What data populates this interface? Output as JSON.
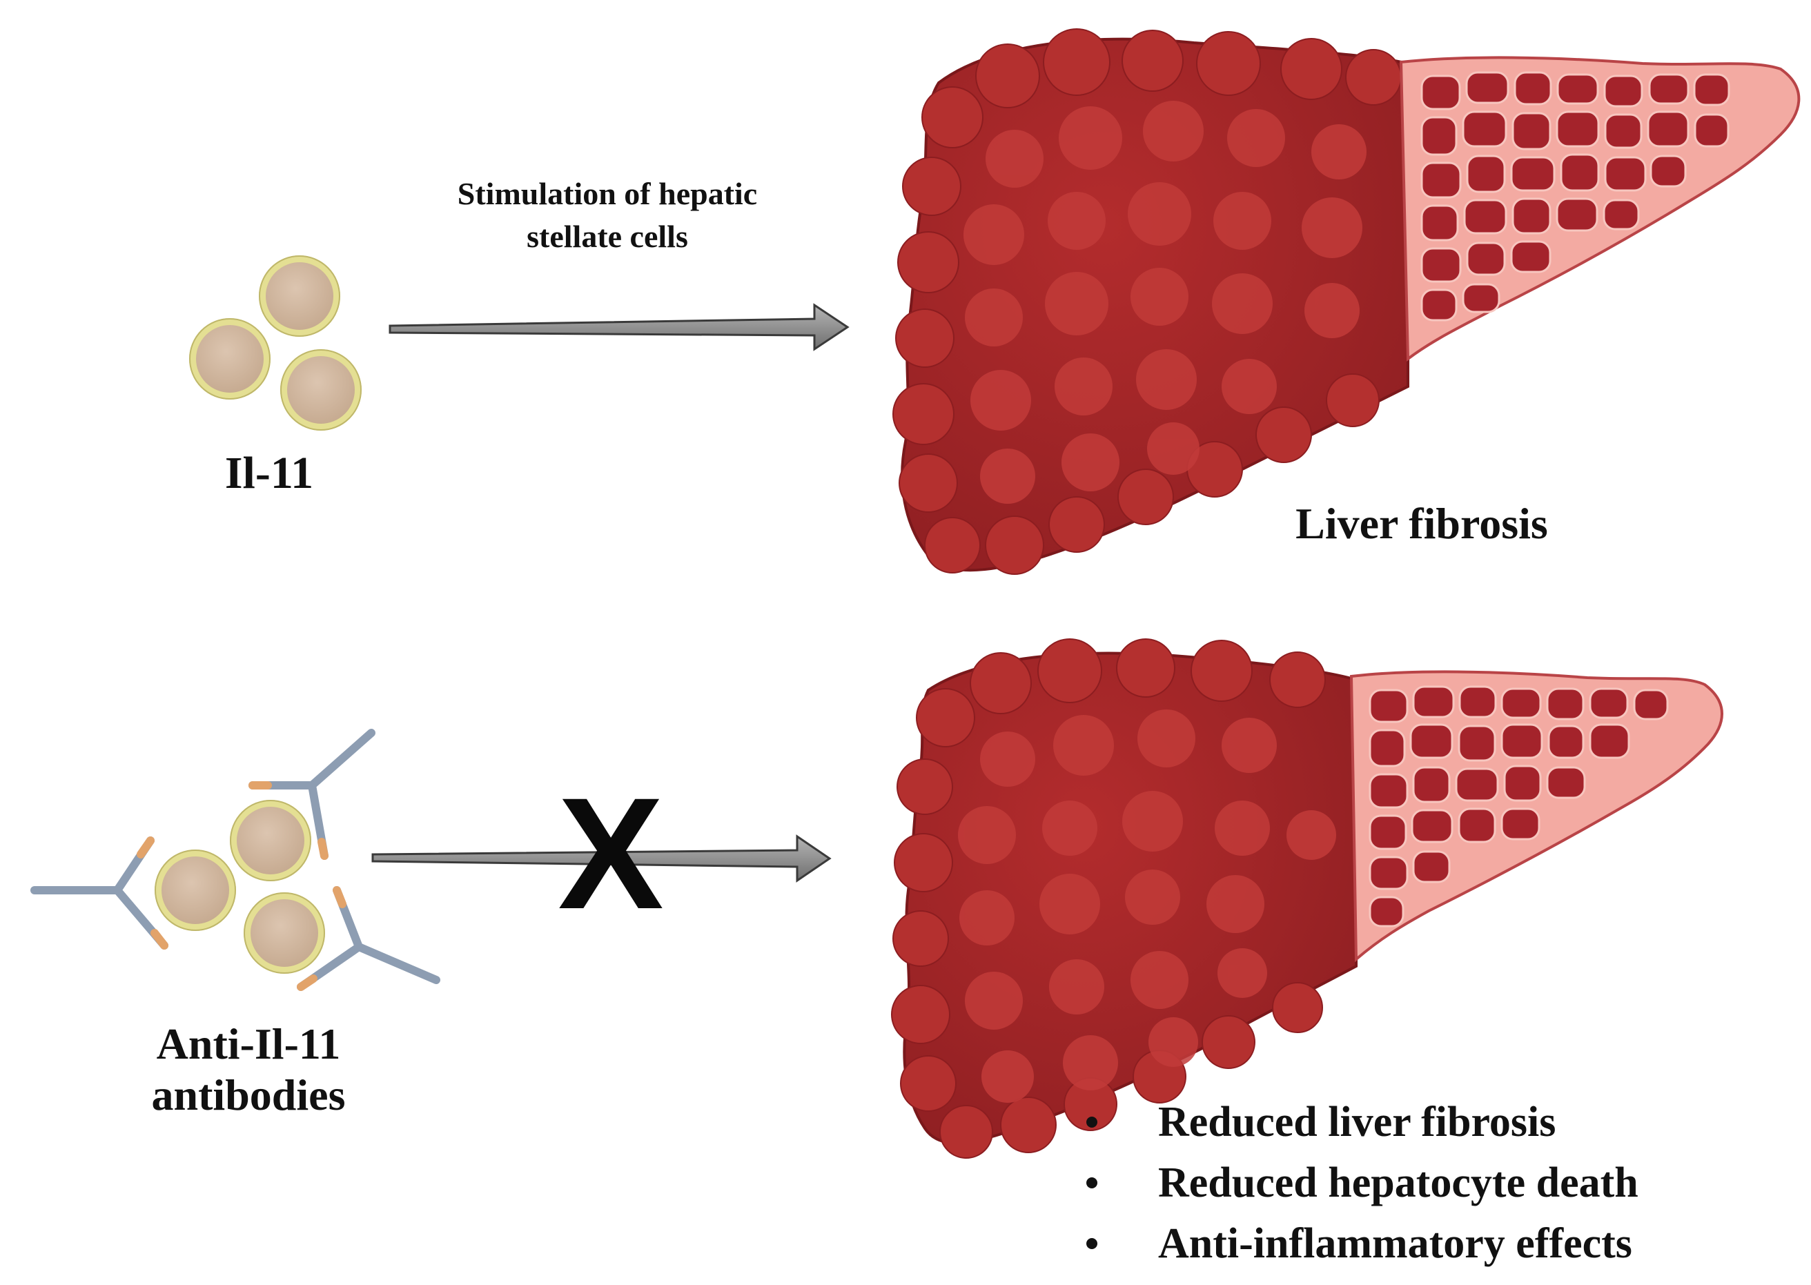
{
  "labels": {
    "il11": "Il-11",
    "stimulation": "Stimulation of hepatic stellate cells",
    "anti_il11": "Anti-Il-11 antibodies",
    "liver_fibrosis": "Liver fibrosis",
    "block_mark": "X"
  },
  "effects": [
    "Reduced liver fibrosis",
    "Reduced hepatocyte death",
    "Anti-inflammatory effects"
  ],
  "colors": {
    "liver_dark": "#a8282a",
    "liver_lobule": "#c43b3a",
    "fibrosis_bg": "#f2aaa2",
    "fibrosis_cell": "#a0212a",
    "cell_ring": "#e8e39a",
    "cell_fill": "#d1b7a0",
    "antibody_heavy": "#8d9db2",
    "antibody_tip": "#e2a36a",
    "arrow_fill": "#8c8c8c"
  },
  "icons": {
    "il11_molecule": "cytokine-molecule-icon",
    "antibody": "antibody-icon",
    "liver": "liver-organ-icon",
    "arrow": "right-arrow-icon",
    "block": "x-mark-icon"
  }
}
